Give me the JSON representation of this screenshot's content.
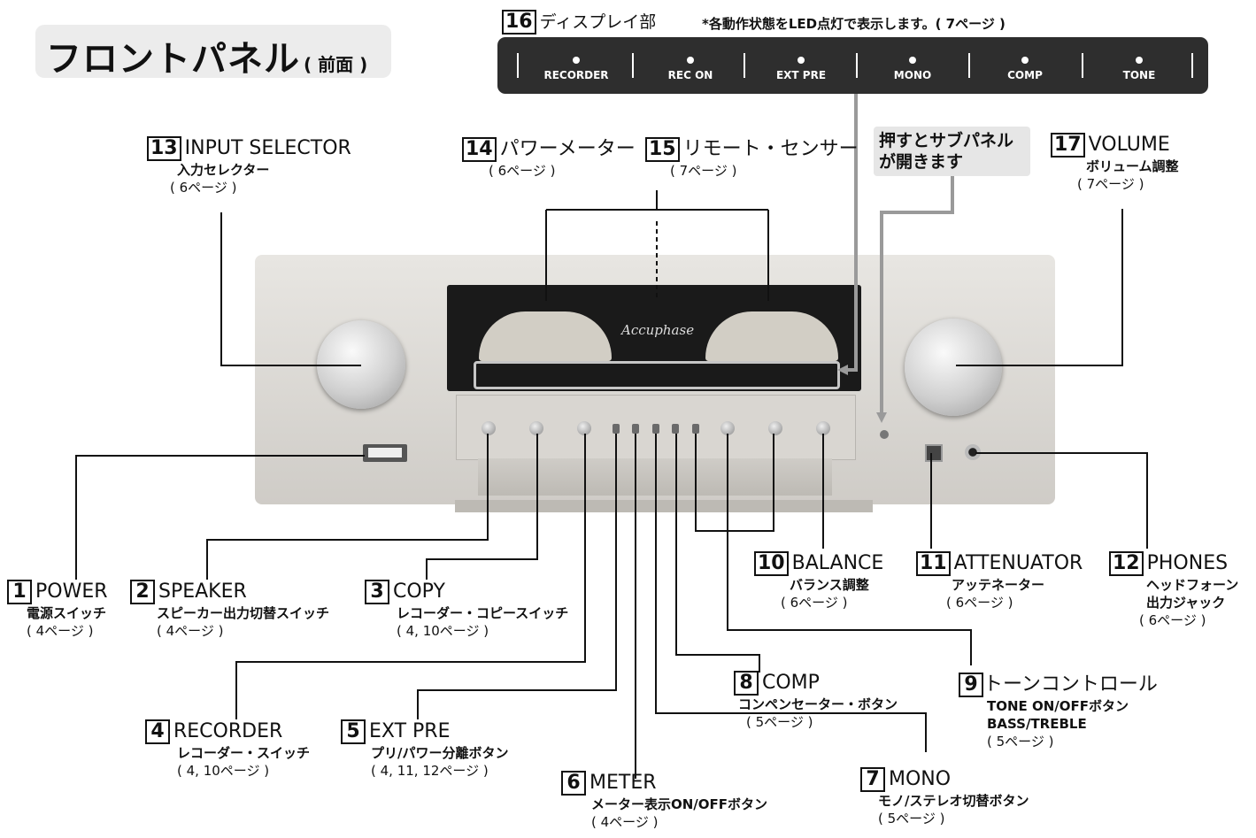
{
  "title": {
    "main": "フロントパネル",
    "sub": "( 前面 )"
  },
  "display": {
    "num": "16",
    "label": "ディスプレイ部",
    "note": "*各動作状態をLED点灯で表示します。( 7ページ )",
    "items": [
      "RECORDER",
      "REC ON",
      "EXT PRE",
      "MONO",
      "COMP",
      "TONE"
    ]
  },
  "callout": {
    "line1": "押すとサブパネル",
    "line2": "が開きます"
  },
  "brand": "Accuphase",
  "items": [
    {
      "num": "1",
      "label": "POWER",
      "sub": [
        "電源スイッチ"
      ],
      "page": "( 4ページ )"
    },
    {
      "num": "2",
      "label": "SPEAKER",
      "sub": [
        "スピーカー出力切替スイッチ"
      ],
      "page": "( 4ページ )"
    },
    {
      "num": "3",
      "label": "COPY",
      "sub": [
        "レコーダー・コピースイッチ"
      ],
      "page": "( 4, 10ページ )"
    },
    {
      "num": "4",
      "label": "RECORDER",
      "sub": [
        "レコーダー・スイッチ"
      ],
      "page": "( 4, 10ページ )"
    },
    {
      "num": "5",
      "label": "EXT PRE",
      "sub": [
        "プリ/パワー分離ボタン"
      ],
      "page": "( 4, 11, 12ページ )"
    },
    {
      "num": "6",
      "label": "METER",
      "sub": [
        "メーター表示ON/OFFボタン"
      ],
      "page": "( 4ページ )"
    },
    {
      "num": "7",
      "label": "MONO",
      "sub": [
        "モノ/ステレオ切替ボタン"
      ],
      "page": "( 5ページ )"
    },
    {
      "num": "8",
      "label": "COMP",
      "sub": [
        "コンペンセーター・ボタン"
      ],
      "page": "( 5ページ )"
    },
    {
      "num": "9",
      "label": "トーンコントロール",
      "sub": [
        "TONE ON/OFFボタン",
        "BASS/TREBLE"
      ],
      "page": "( 5ページ )"
    },
    {
      "num": "10",
      "label": "BALANCE",
      "sub": [
        "バランス調整"
      ],
      "page": "( 6ページ )"
    },
    {
      "num": "11",
      "label": "ATTENUATOR",
      "sub": [
        "アッテネーター"
      ],
      "page": "( 6ページ )"
    },
    {
      "num": "12",
      "label": "PHONES",
      "sub": [
        "ヘッドフォーン",
        "出力ジャック"
      ],
      "page": "( 6ページ )"
    },
    {
      "num": "13",
      "label": "INPUT SELECTOR",
      "sub": [
        "入力セレクター"
      ],
      "page": "( 6ページ )"
    },
    {
      "num": "14",
      "label": "パワーメーター",
      "sub": [],
      "page": "( 6ページ )"
    },
    {
      "num": "15",
      "label": "リモート・センサー",
      "sub": [],
      "page": "( 7ページ )"
    },
    {
      "num": "17",
      "label": "VOLUME",
      "sub": [
        "ボリューム調整"
      ],
      "page": "( 7ページ )"
    }
  ]
}
